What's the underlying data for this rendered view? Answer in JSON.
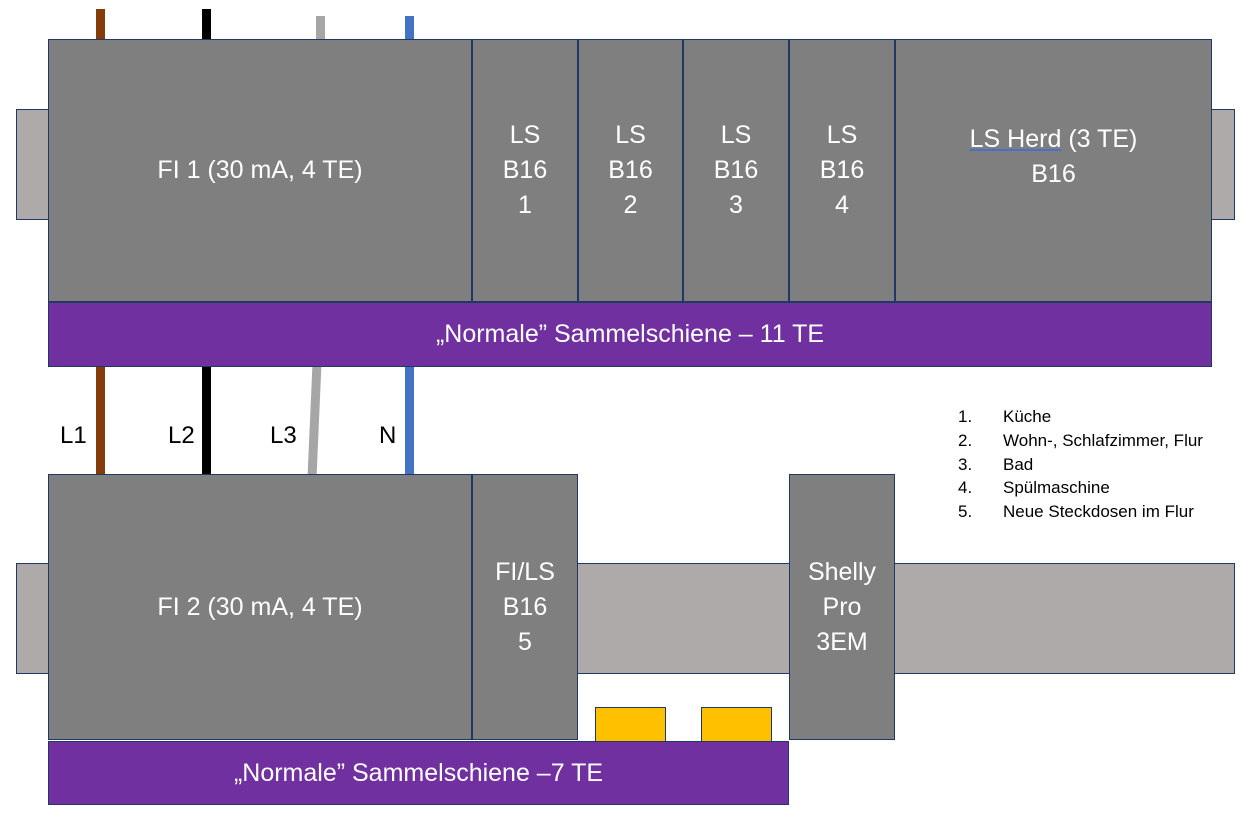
{
  "top_row": {
    "fi": {
      "label": "FI 1 (30 mA, 4 TE)"
    },
    "ls_breakers": [
      {
        "line1": "LS",
        "line2": "B16",
        "line3": "1"
      },
      {
        "line1": "LS",
        "line2": "B16",
        "line3": "2"
      },
      {
        "line1": "LS",
        "line2": "B16",
        "line3": "3"
      },
      {
        "line1": "LS",
        "line2": "B16",
        "line3": "4"
      }
    ],
    "herd": {
      "underlined": "LS Herd",
      "rest": " (3 TE)",
      "line2": "B16"
    },
    "busbar": {
      "label": "„Normale” Sammelschiene – 11 TE"
    }
  },
  "wires": [
    {
      "label": "L1",
      "color": "#843c0c"
    },
    {
      "label": "L2",
      "color": "#000000"
    },
    {
      "label": "L3",
      "color": "#a6a6a6"
    },
    {
      "label": "N",
      "color": "#4472c4"
    }
  ],
  "bottom_row": {
    "fi": {
      "label": "FI 2 (30 mA, 4 TE)"
    },
    "fils": {
      "line1": "FI/LS",
      "line2": "B16",
      "line3": "5"
    },
    "shelly": {
      "line1": "Shelly",
      "line2": "Pro",
      "line3": "3EM"
    },
    "busbar": {
      "label": "„Normale” Sammelschiene –7 TE"
    }
  },
  "legend": [
    {
      "num": "1.",
      "text": "Küche"
    },
    {
      "num": "2.",
      "text": "Wohn-, Schlafzimmer, Flur"
    },
    {
      "num": "3.",
      "text": "Bad"
    },
    {
      "num": "4.",
      "text": "Spülmaschine"
    },
    {
      "num": "5.",
      "text": "Neue Steckdosen im Flur"
    }
  ],
  "colors": {
    "module": "#7f7f7f",
    "busbar": "#7030a0",
    "rail": "#aeaaaa",
    "terminal": "#ffc000",
    "border": "#1f3864"
  }
}
